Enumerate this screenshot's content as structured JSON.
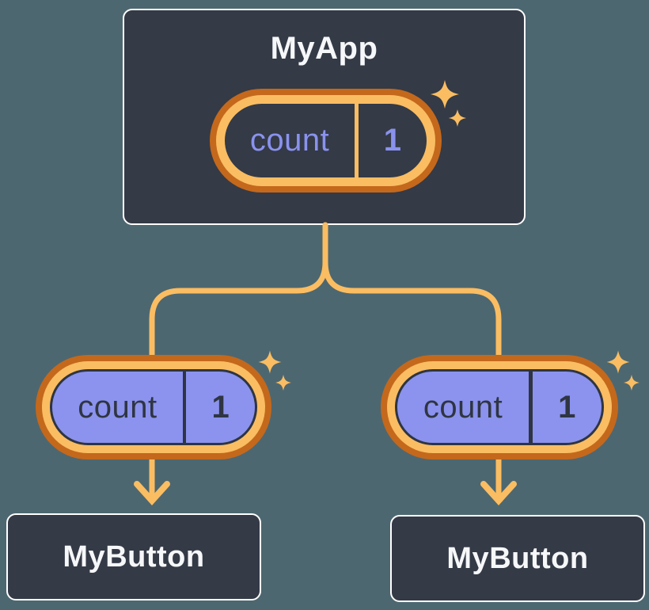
{
  "diagram": {
    "root": {
      "title": "MyApp",
      "state_pill": {
        "label": "count",
        "value": "1"
      }
    },
    "children": [
      {
        "title": "MyButton",
        "prop_pill": {
          "label": "count",
          "value": "1"
        }
      },
      {
        "title": "MyButton",
        "prop_pill": {
          "label": "count",
          "value": "1"
        }
      }
    ]
  },
  "icons": {
    "sparkle": "✦",
    "arrow_down": "↓"
  },
  "colors": {
    "background": "#4D6770",
    "box_fill": "#343A46",
    "box_border": "#FFFFFF",
    "text_light": "#F6F7F9",
    "ring_outer_orange": "#C4681C",
    "ring_inner_orange": "#FABD62",
    "connector_orange": "#FABD62",
    "pill_fill_periwinkle": "#8B93EE",
    "pill_text_periwinkle": "#8A92EE",
    "pill_text_dark": "#2F3542"
  }
}
